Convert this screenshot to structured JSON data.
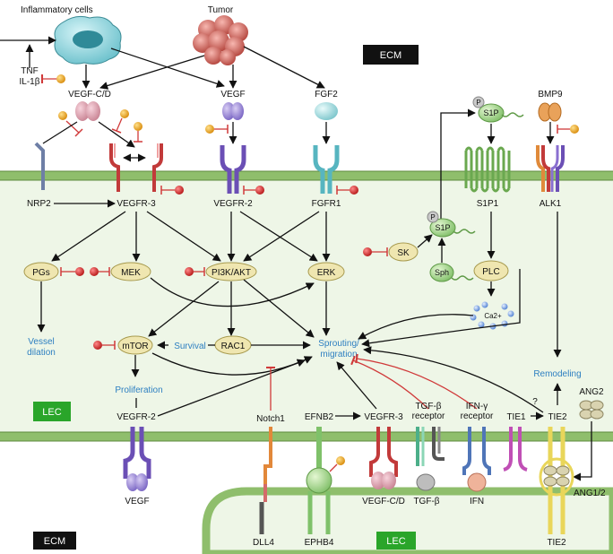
{
  "labels": {
    "inflammatory_cells": "Inflammatory cells",
    "tumor": "Tumor",
    "ecm_top": "ECM",
    "ecm_bottom": "ECM",
    "lec_left": "LEC",
    "lec_bottom": "LEC",
    "tnf": "TNF",
    "il1b": "IL-1β",
    "vegf_cd": "VEGF-C/D",
    "vegf": "VEGF",
    "fgf2": "FGF2",
    "bmp9": "BMP9",
    "s1p_top": "S1P",
    "s1p_mid": "S1P",
    "p_top": "P",
    "p_mid": "P",
    "nrp2": "NRP2",
    "vegfr3": "VEGFR-3",
    "vegfr2": "VEGFR-2",
    "fgfr1": "FGFR1",
    "s1p1": "S1P1",
    "alk1": "ALK1",
    "sk": "SK",
    "sph": "Sph",
    "plc": "PLC",
    "ca": "Ca2+",
    "pgs": "PGs",
    "mek": "MEK",
    "pi3k": "PI3K/AKT",
    "erk": "ERK",
    "vessel_dilation_1": "Vessel",
    "vessel_dilation_2": "dilation",
    "mtor": "mTOR",
    "survival": "Survival",
    "rac1": "RAC1",
    "sprouting_1": "Sprouting/",
    "sprouting_2": "migration",
    "proliferation": "Proliferation",
    "remodeling": "Remodeling",
    "vegfr2_low": "VEGFR-2",
    "notch1": "Notch1",
    "efnb2": "EFNB2",
    "vegfr3_low": "VEGFR-3",
    "tgfb_receptor_1": "TGF-β",
    "tgfb_receptor_2": "receptor",
    "ifng_receptor_1": "IFN-γ",
    "ifng_receptor_2": "receptor",
    "tie1": "TIE1",
    "question": "?",
    "tie2": "TIE2",
    "ang2": "ANG2",
    "vegf_bottom": "VEGF",
    "vegfcd_bottom": "VEGF-C/D",
    "tgfb_bottom": "TGF-β",
    "ifn_bottom": "IFN",
    "ang12": "ANG1/2",
    "dll4": "DLL4",
    "ephb4": "EPHB4",
    "tie2_bottom": "TIE2"
  },
  "colors": {
    "membrane": "#7fae5c",
    "cell_fill": "#eef6e7",
    "oval_fill": "#efe6b0",
    "oval_stroke": "#a79a4e",
    "inhibitor_ball": "#d42a2a",
    "blocker_ball": "#e8a21c",
    "inhibition_line": "#d03a3a",
    "text_blue": "#2d7fc1",
    "box_black": "#111111",
    "box_green": "#2aa52a"
  },
  "icons": {
    "inflammatory_cell": "macrophage-cell-icon",
    "tumor": "tumor-cluster-icon",
    "ca": "calcium-ions-icon"
  }
}
